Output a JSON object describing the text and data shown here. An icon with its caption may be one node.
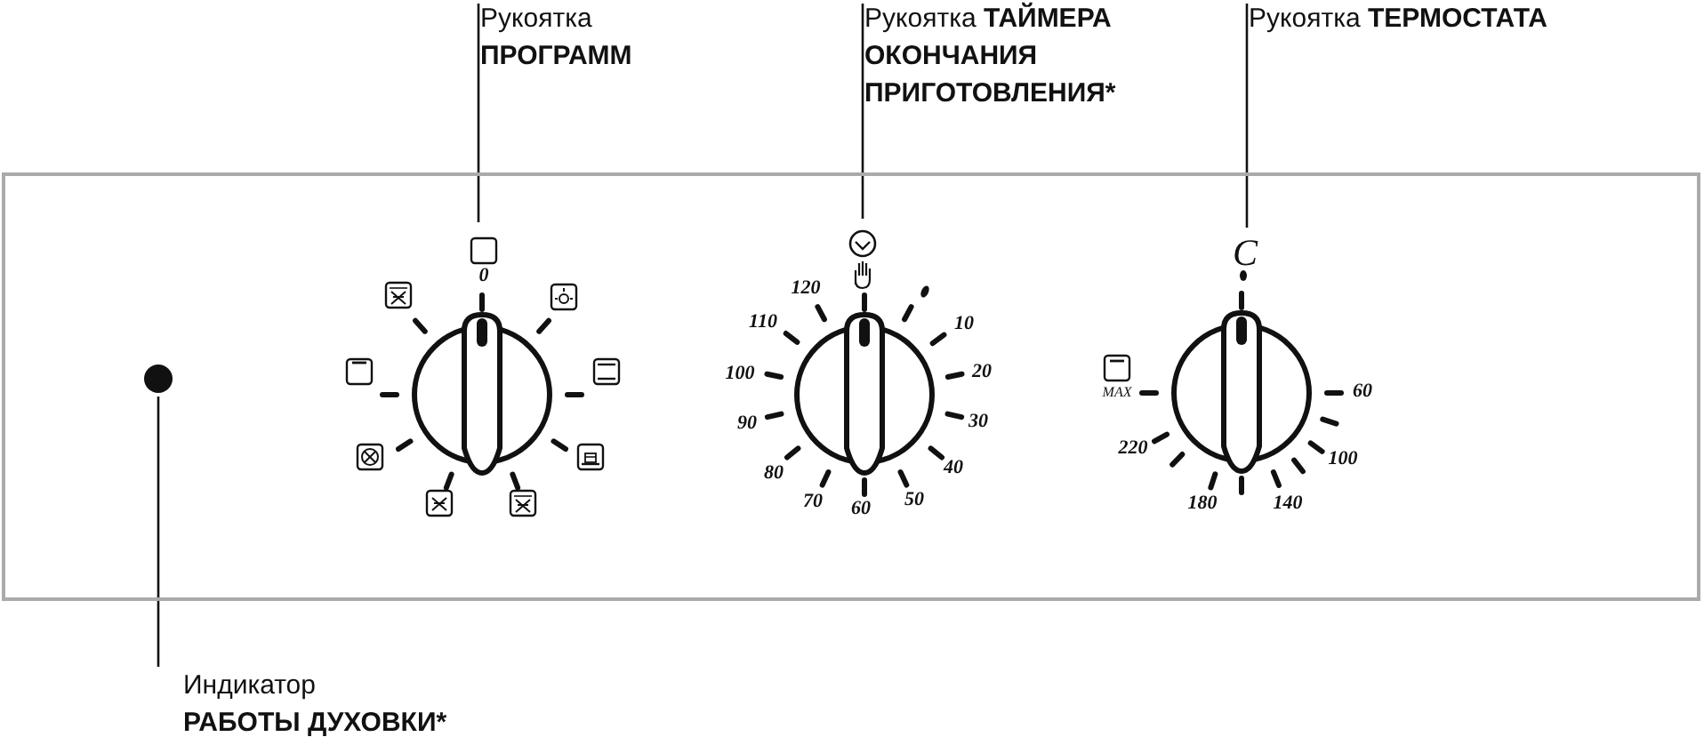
{
  "diagram": {
    "nodes": [
      {
        "text": [
          "Рукоятка",
          "ПРОГРАММ"
        ]
      },
      {
        "text": [
          "Рукоятка",
          "ТАЙМЕРА ОКОНЧАНИЯ ПРИГОТОВЛЕНИЯ*"
        ]
      },
      {
        "text": [
          "Рукоятка",
          "ТЕРМОСТАТА"
        ]
      },
      {
        "text": [],
        "shape": "box"
      },
      {
        "text": [],
        "shape": "circle",
        "in": 3
      },
      {
        "text": [],
        "shape": "circle",
        "in": 3
      },
      {
        "text": [],
        "shape": "circle",
        "in": 3
      },
      {
        "text": [],
        "shape": "circle",
        "in": 3
      },
      {
        "text": [
          "Индикатор",
          "РАБОТЫ ДУХОВКИ*"
        ]
      }
    ],
    "edges": [
      {
        "from": 0,
        "to": 4,
        "arrow": "none"
      },
      {
        "from": 1,
        "to": 5,
        "arrow": "none"
      },
      {
        "from": 2,
        "to": 6,
        "arrow": "none"
      },
      {
        "from": 8,
        "to": 7,
        "arrow": "none"
      }
    ],
    "labels": [
      "0",
      "120",
      "110",
      "100",
      "90",
      "80",
      "70",
      "60",
      "50",
      "40",
      "30",
      "20",
      "10",
      "C",
      "MAX",
      "60",
      "220",
      "100",
      "180",
      "140"
    ]
  }
}
